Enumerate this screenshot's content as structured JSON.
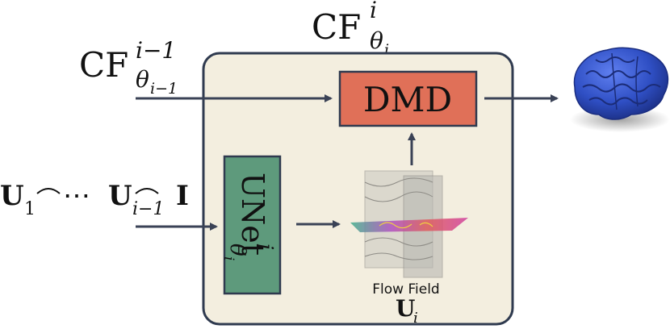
{
  "diagram": {
    "title": {
      "base": "CF",
      "sup": "i",
      "sub": "θ",
      "subsub": "i"
    },
    "input_top": {
      "base": "CF",
      "sup": "i−1",
      "sub": "θ",
      "subsub": "i−1"
    },
    "input_bottom": {
      "u1": "U",
      "u1_sub": "1",
      "dots": "⋯",
      "u2": "U",
      "u2_sub": "i−1",
      "img": "I"
    },
    "dmd_label": "DMD",
    "unet_label": {
      "base": "UNet",
      "sup": "i",
      "sub": "θ",
      "subsub": "i"
    },
    "flow_field": {
      "caption": "Flow Field",
      "symbol": "U",
      "symbol_sub": "i"
    },
    "output_icon": "brain-icon",
    "colors": {
      "container_fill": "#f3eedf",
      "container_stroke": "#2f3a4f",
      "dmd_fill": "#e07058",
      "unet_fill": "#5e9a7c",
      "arrow": "#3a4256",
      "brain": "#2f4fc4"
    }
  }
}
